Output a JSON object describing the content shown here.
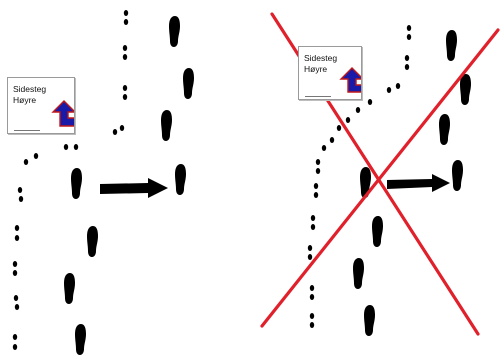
{
  "panels": [
    {
      "id": "left",
      "sign": {
        "line1": "Sidesteg",
        "line2": "Høyre"
      },
      "crossed_out": false
    },
    {
      "id": "right",
      "sign": {
        "line1": "Sidesteg",
        "line2": "Høyre"
      },
      "crossed_out": true
    }
  ],
  "colors": {
    "footprint": "#000000",
    "sign_arrow_fill": "#1a1aa8",
    "sign_arrow_outline": "#c01818",
    "cross": "#e0202a"
  },
  "icons": [
    "sidestep-right-sign-icon",
    "right-arrow-icon",
    "footprint-icon",
    "dog-paw-print-icon",
    "red-cross-icon"
  ]
}
